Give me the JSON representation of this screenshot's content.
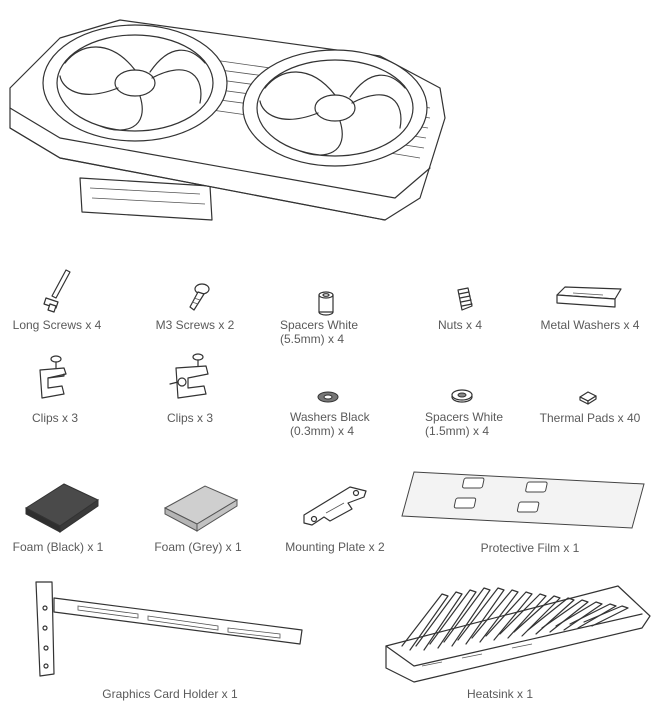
{
  "parts": {
    "long_screws": "Long Screws x 4",
    "m3_screws": "M3 Screws x 2",
    "spacers_white_55_l1": "Spacers White",
    "spacers_white_55_l2": "(5.5mm) x 4",
    "nuts": "Nuts x 4",
    "metal_washers": "Metal Washers x 4",
    "clips_a": "Clips x 3",
    "clips_b": "Clips x 3",
    "washers_black_l1": "Washers Black",
    "washers_black_l2": "(0.3mm) x 4",
    "spacers_white_15_l1": "Spacers White",
    "spacers_white_15_l2": "(1.5mm) x 4",
    "thermal_pads": "Thermal Pads x 40",
    "foam_black": "Foam (Black) x 1",
    "foam_grey": "Foam (Grey) x 1",
    "mounting_plate": "Mounting Plate x 2",
    "protective_film": "Protective Film x  1",
    "graphics_card_holder": "Graphics Card Holder x 1",
    "heatsink": "Heatsink x 1"
  },
  "colors": {
    "foam_black": "#4a4a4a",
    "foam_grey": "#cfcfcf",
    "label_text": "#5a5a5a",
    "line_art": "#333333"
  }
}
